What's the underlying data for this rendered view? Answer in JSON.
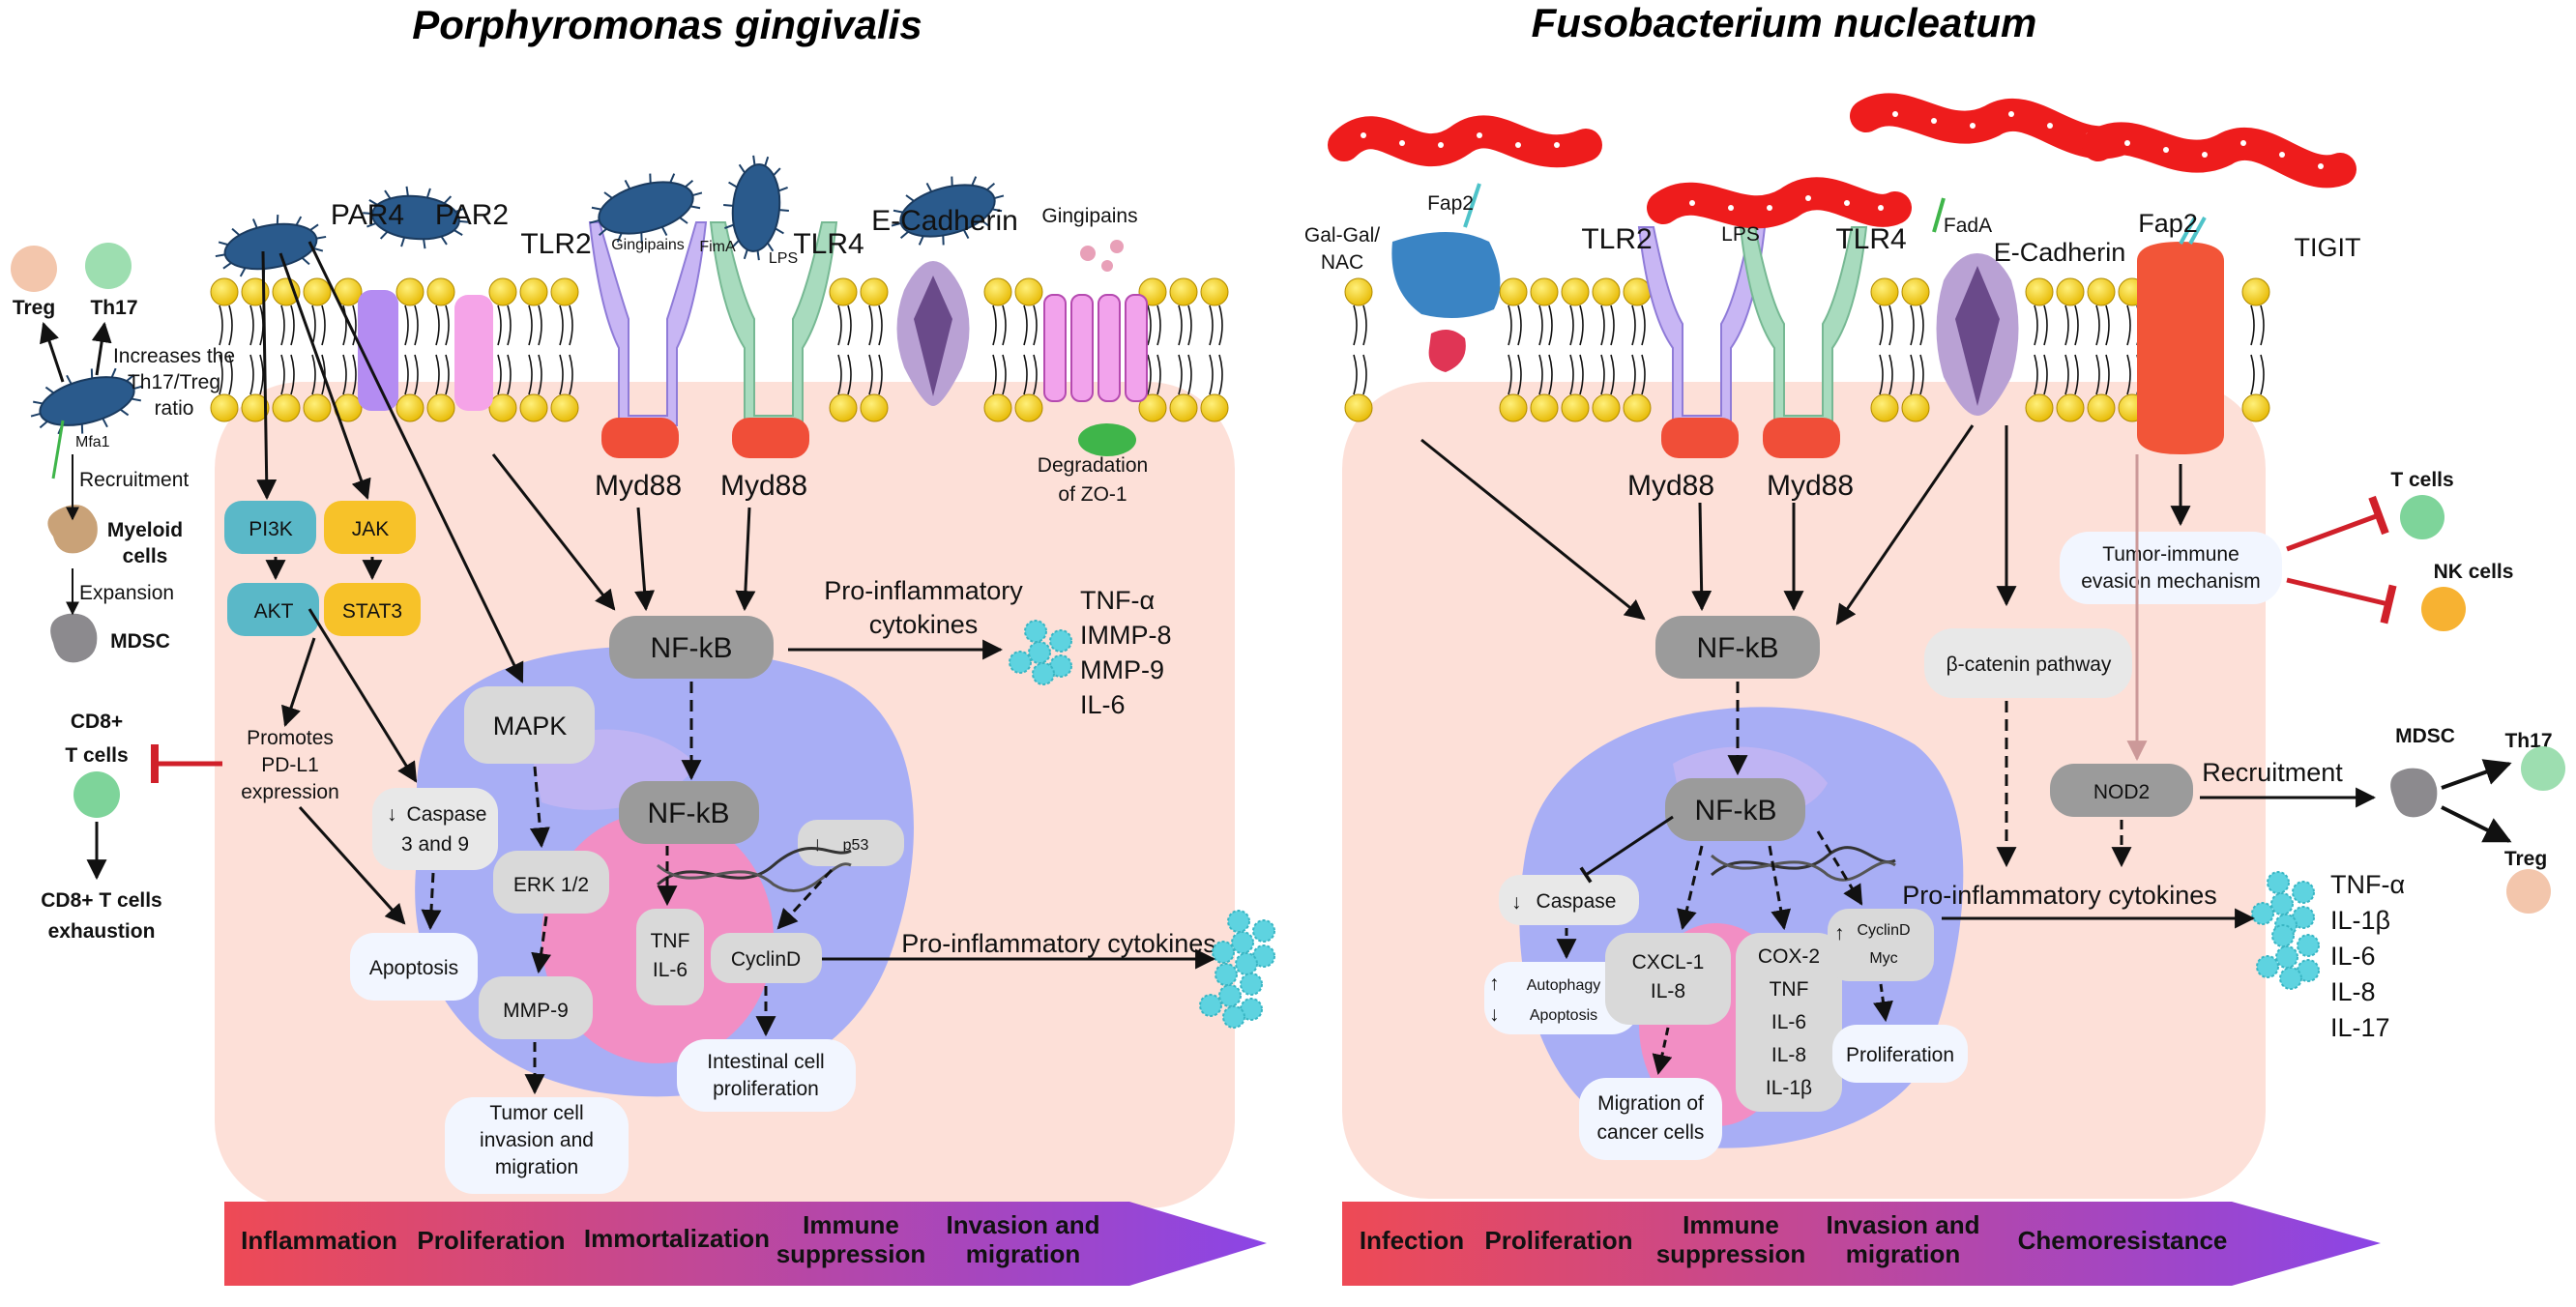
{
  "titles": {
    "left": "Porphyromonas gingivalis",
    "right": "Fusobacterium nucleatum"
  },
  "pg": {
    "receptors": [
      "PAR4",
      "PAR2",
      "TLR2",
      "TLR4",
      "E-Cadherin"
    ],
    "membrane_small": {
      "gingipains_a": "Gingipains",
      "fima": "FimA",
      "lps": "LPS",
      "mfa1": "Mfa1"
    },
    "gingipains": "Gingipains",
    "degradation": [
      "Degradation",
      "of ZO-1"
    ],
    "myd88": "Myd88",
    "treg": "Treg",
    "th17": "Th17",
    "th17_text": [
      "Increases the",
      "Th17/Treg",
      "ratio"
    ],
    "recruitment": "Recruitment",
    "myeloid": [
      "Myeloid",
      "cells"
    ],
    "expansion": "Expansion",
    "mdsc": "MDSC",
    "cd8": [
      "CD8+",
      "T cells"
    ],
    "cd8_exh": [
      "CD8+ T cells",
      "exhaustion"
    ],
    "pi3k": "PI3K",
    "jak": "JAK",
    "akt": "AKT",
    "stat3": "STAT3",
    "promotes": [
      "Promotes",
      "PD-L1",
      "expression"
    ],
    "caspase": [
      "Caspase",
      "3 and 9"
    ],
    "apoptosis": "Apoptosis",
    "mapk": "MAPK",
    "erk": "ERK 1/2",
    "mmp9": "MMP-9",
    "tumor_inv": [
      "Tumor cell",
      "invasion and",
      "migration"
    ],
    "nfkb": "NF-kB",
    "nfkb2": "NF-kB",
    "tnf_il6": [
      "TNF",
      "IL-6"
    ],
    "p53": "p53",
    "cyclind": "CyclinD",
    "intestinal": [
      "Intestinal cell",
      "proliferation"
    ],
    "proinf_top": [
      "Pro-inflammatory",
      "cytokines"
    ],
    "cytokines_list": [
      "TNF-α",
      "IMMP-8",
      "MMP-9",
      "IL-6"
    ],
    "proinf_bottom": "Pro-inflammatory cytokines",
    "bar": [
      "Inflammation",
      "Proliferation",
      "Immortalization",
      "Immune",
      "suppression",
      "Invasion and",
      "migration"
    ]
  },
  "fn": {
    "galgal": [
      "Gal-Gal/",
      "NAC"
    ],
    "fap2_a": "Fap2",
    "tlr2": "TLR2",
    "lps": "LPS",
    "tlr4": "TLR4",
    "fada": "FadA",
    "ecad": "E-Cadherin",
    "fap2_b": "Fap2",
    "tigit": "TIGIT",
    "myd88": "Myd88",
    "nfkb": "NF-kB",
    "nfkb2": "NF-kB",
    "bcat": "β-catenin pathway",
    "tumor_immune": [
      "Tumor-immune",
      "evasion mechanism"
    ],
    "tcells": "T cells",
    "nkcells": "NK cells",
    "nod2": "NOD2",
    "recruitment": "Recruitment",
    "mdsc": "MDSC",
    "th17": "Th17",
    "treg": "Treg",
    "caspase": "Caspase",
    "autophagy": [
      "Autophagy",
      "Apoptosis"
    ],
    "cxcl": [
      "CXCL-1",
      "IL-8"
    ],
    "cox": [
      "COX-2",
      "TNF",
      "IL-6",
      "IL-8",
      "IL-1β"
    ],
    "cyclind": [
      "CyclinD",
      "Myc"
    ],
    "proliferation": "Proliferation",
    "migration": [
      "Migration of",
      "cancer cells"
    ],
    "proinf": "Pro-inflammatory cytokines",
    "cytokines_list": [
      "TNF-α",
      "IL-1β",
      "IL-6",
      "IL-8",
      "IL-17"
    ],
    "bar": [
      "Infection",
      "Proliferation",
      "Immune",
      "suppression",
      "Invasion and",
      "migration",
      "Chemoresistance"
    ]
  }
}
